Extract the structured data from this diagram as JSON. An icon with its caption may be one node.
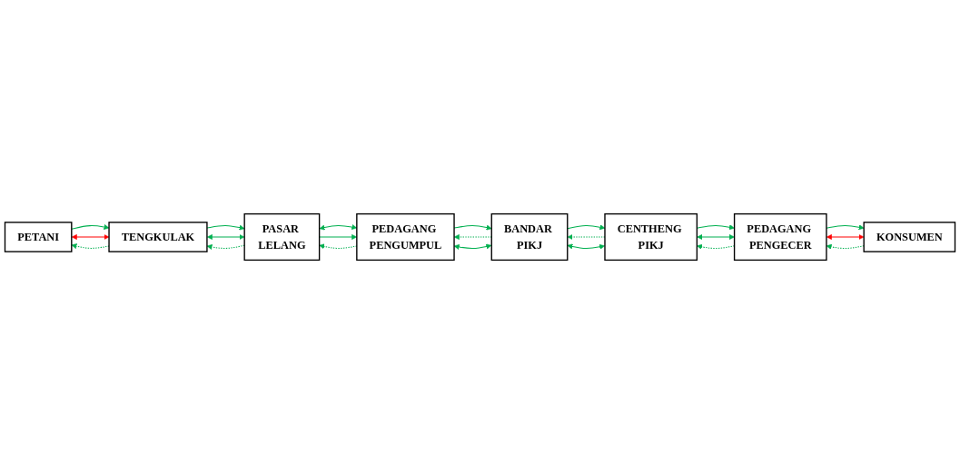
{
  "diagram": {
    "nodes": [
      {
        "text": [
          "PETANI"
        ]
      },
      {
        "text": [
          "TENGKULAK"
        ]
      },
      {
        "text": [
          "PASAR LELANG"
        ]
      },
      {
        "text": [
          "CENTHENG PIKJ"
        ]
      },
      {
        "text": [
          "BANDAR PIKJ"
        ]
      },
      {
        "text": [
          "PEDAGANG PENGUMPUL"
        ]
      },
      {
        "text": [
          "PEDAGANG PENGECER"
        ]
      },
      {
        "text": [
          "KONSUMEN"
        ]
      }
    ],
    "edges": [
      {
        "from": 0,
        "to": 1,
        "arrow": "to"
      },
      {
        "from": 1,
        "to": 0,
        "arrow": "to",
        "style": "dashed"
      },
      {
        "from": 0,
        "to": 1,
        "arrow": "both",
        "color": "#ff0000"
      },
      {
        "from": 1,
        "to": 2,
        "arrow": "to"
      },
      {
        "from": 2,
        "to": 1,
        "arrow": "to",
        "style": "dashed"
      },
      {
        "from": 1,
        "to": 2,
        "arrow": "both"
      },
      {
        "from": 2,
        "to": 5,
        "arrow": "both"
      },
      {
        "from": 5,
        "to": 2,
        "arrow": "to",
        "style": "dashed"
      },
      {
        "from": 2,
        "to": 5,
        "arrow": "to"
      },
      {
        "from": 5,
        "to": 4,
        "arrow": "to"
      },
      {
        "from": 4,
        "to": 5,
        "arrow": "to",
        "style": "dashed"
      },
      {
        "from": 4,
        "to": 5,
        "arrow": "both"
      },
      {
        "from": 4,
        "to": 3,
        "arrow": "to"
      },
      {
        "from": 3,
        "to": 4,
        "arrow": "to",
        "style": "dashed"
      },
      {
        "from": 3,
        "to": 4,
        "arrow": "both"
      },
      {
        "from": 3,
        "to": 6,
        "arrow": "to"
      },
      {
        "from": 6,
        "to": 3,
        "arrow": "to",
        "style": "dashed"
      },
      {
        "from": 3,
        "to": 6,
        "arrow": "both"
      },
      {
        "from": 6,
        "to": 7,
        "arrow": "to"
      },
      {
        "from": 7,
        "to": 6,
        "arrow": "to",
        "style": "dashed"
      },
      {
        "from": 6,
        "to": 7,
        "arrow": "both",
        "color": "#ff0000"
      }
    ]
  }
}
